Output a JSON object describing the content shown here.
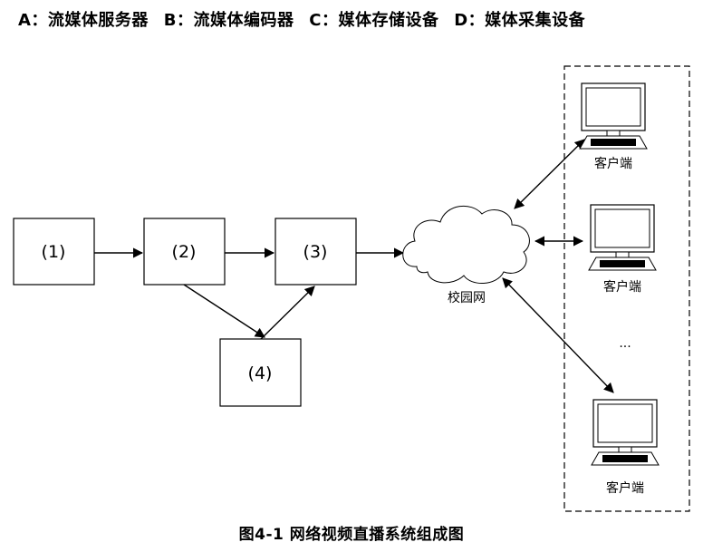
{
  "legend": {
    "a": "A：流媒体服务器",
    "b": "B：流媒体编码器",
    "c": "C：媒体存储设备",
    "d": "D：媒体采集设备"
  },
  "boxes": {
    "b1": "(1)",
    "b2": "(2)",
    "b3": "(3)",
    "b4": "(4)"
  },
  "network": "校园网",
  "clients": {
    "c1": "客户端",
    "c2": "客户端",
    "c3": "客户端"
  },
  "ellipsis": "...",
  "caption": "图4-1  网络视频直播系统组成图"
}
